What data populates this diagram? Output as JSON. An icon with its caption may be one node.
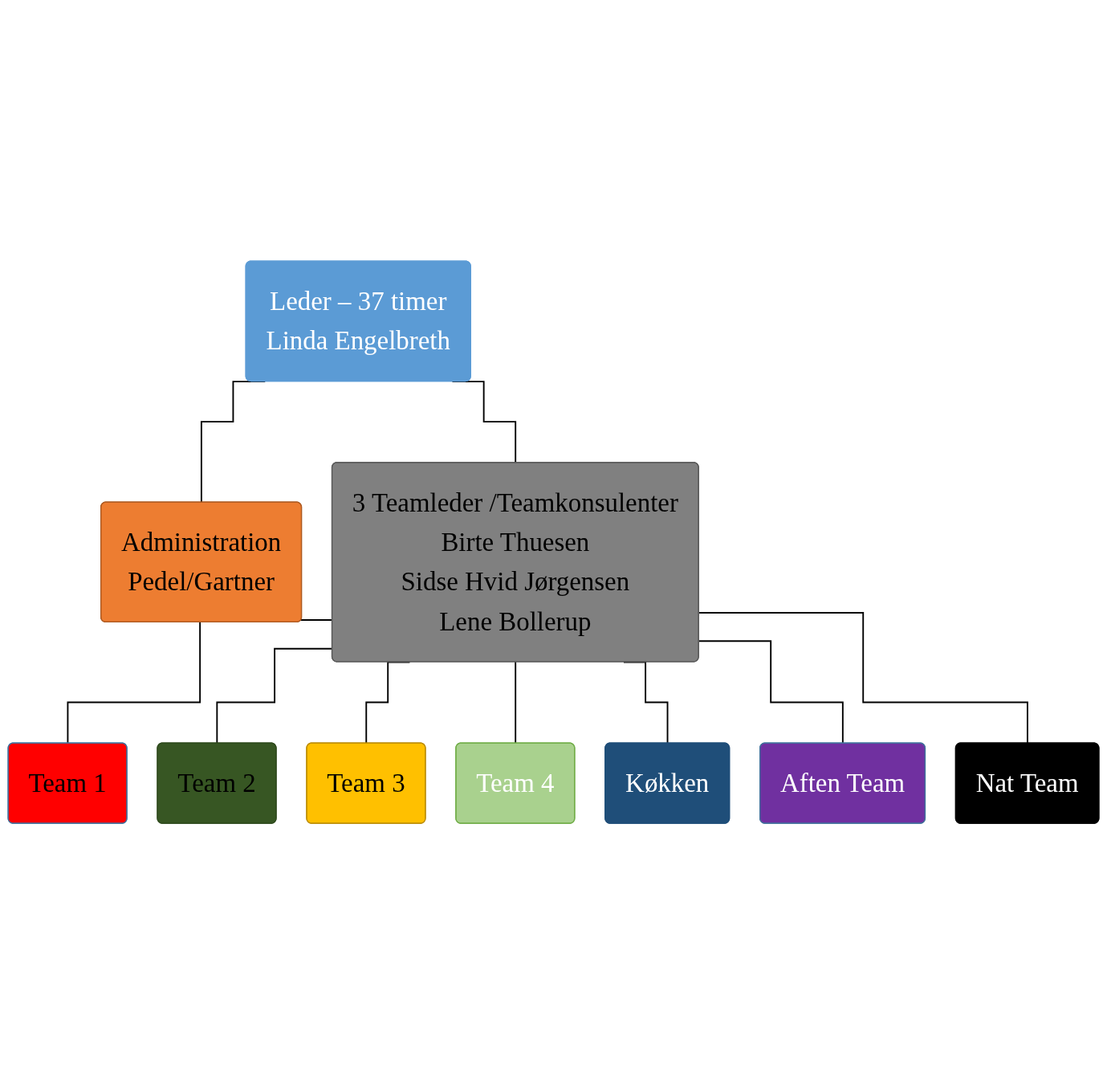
{
  "diagram": {
    "nodes": [
      {
        "text": [
          "Leder – 37 timer",
          "Linda Engelbreth"
        ]
      },
      {
        "text": [
          "Administration",
          "Pedel/Gartner"
        ]
      },
      {
        "text": [
          "3 Teamleder /Teamkonsulenter",
          "Birte Thuesen",
          "Sidse Hvid Jørgensen",
          "Lene Bollerup"
        ]
      },
      {
        "text": [
          "Team 1"
        ]
      },
      {
        "text": [
          "Team 2"
        ]
      },
      {
        "text": [
          "Team 3"
        ]
      },
      {
        "text": [
          "Team 4"
        ]
      },
      {
        "text": [
          "Køkken"
        ]
      },
      {
        "text": [
          "Aften Team"
        ]
      },
      {
        "text": [
          "Nat Team"
        ]
      }
    ],
    "edges": [
      {
        "from": 0,
        "to": 1,
        "arrow": "none"
      },
      {
        "from": 0,
        "to": 2,
        "arrow": "none"
      },
      {
        "from": 2,
        "to": 3,
        "arrow": "none"
      },
      {
        "from": 2,
        "to": 4,
        "arrow": "none"
      },
      {
        "from": 2,
        "to": 5,
        "arrow": "none"
      },
      {
        "from": 2,
        "to": 6,
        "arrow": "none"
      },
      {
        "from": 2,
        "to": 7,
        "arrow": "none"
      },
      {
        "from": 2,
        "to": 8,
        "arrow": "none"
      },
      {
        "from": 2,
        "to": 9,
        "arrow": "none"
      }
    ]
  }
}
